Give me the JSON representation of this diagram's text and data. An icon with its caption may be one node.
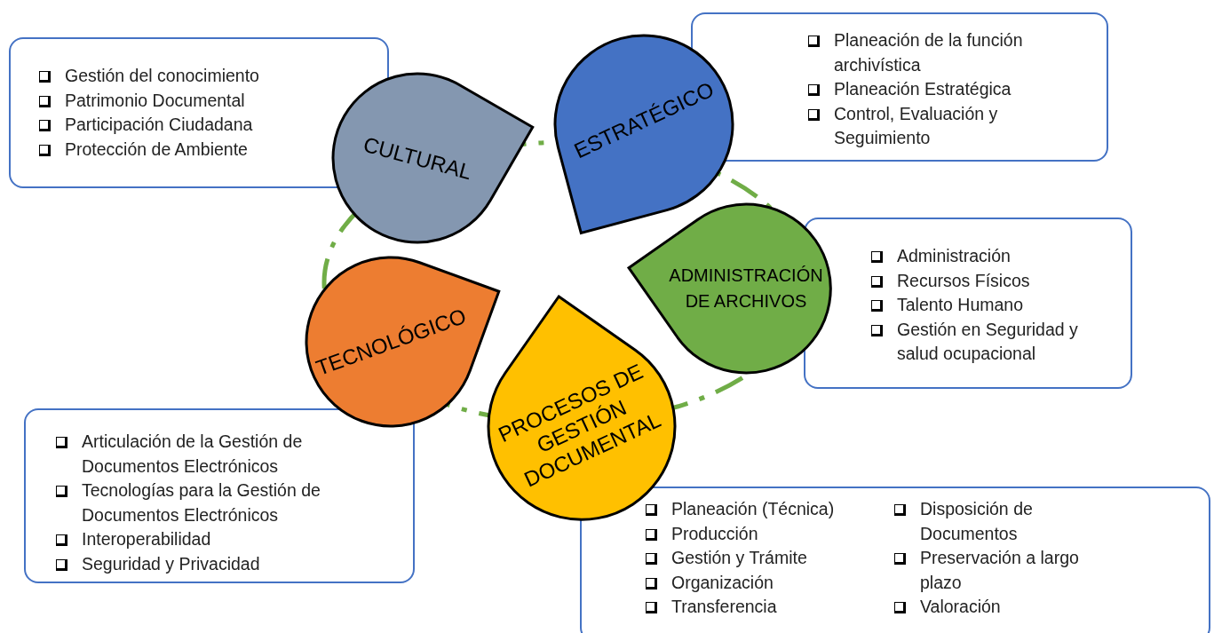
{
  "diagram": {
    "nodes": [
      {
        "text": [
          "Gestión del conocimiento",
          "Patrimonio Documental",
          "Participación Ciudadana",
          "Protección de Ambiente"
        ]
      },
      {
        "text": [
          "CULTURAL"
        ]
      },
      {
        "text": [
          "ESTRATÉGICO"
        ]
      },
      {
        "text": [
          "Planeación de la función archivística",
          "Planeación Estratégica",
          "Control, Evaluación y Seguimiento"
        ]
      },
      {
        "text": [
          "ADMINISTRACIÓN DE ARCHIVOS"
        ]
      },
      {
        "text": [
          "Administración",
          "Recursos Físicos",
          "Talento Humano",
          "Gestión en Seguridad y salud ocupacional"
        ]
      },
      {
        "text": [
          "TECNOLÓGICO"
        ]
      },
      {
        "text": [
          "PROCESOS DE GESTIÓN DOCUMENTAL"
        ]
      },
      {
        "text": [
          "Articulación de la Gestión de Documentos Electrónicos",
          "Tecnologías para la Gestión de Documentos Electrónicos",
          "Interoperabilidad",
          "Seguridad y Privacidad"
        ]
      },
      {
        "text": [
          "Planeación (Técnica)",
          "Producción",
          "Gestión y Trámite",
          "Organización",
          "Transferencia",
          "Disposición de Documentos",
          "Preservación a largo plazo",
          "Valoración"
        ]
      }
    ]
  }
}
